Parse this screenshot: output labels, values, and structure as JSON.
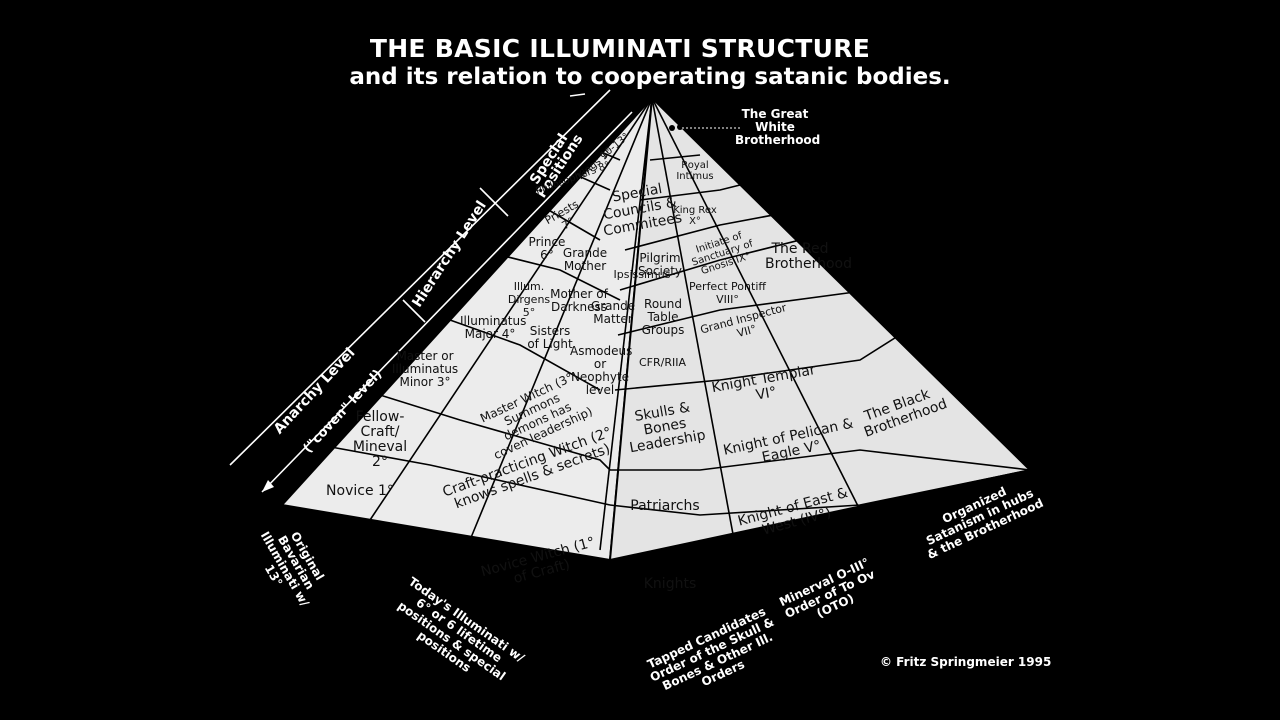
{
  "title": "THE BASIC ILLUMINATI STRUCTURE",
  "subtitle": "and its relation to cooperating satanic bodies.",
  "great_white": "The Great White Brotherhood",
  "levels": {
    "special": "Special Positions",
    "hierarchy": "Hierarchy Level",
    "anarchy": "Anarchy Level",
    "coven": "(\"coven\" level)"
  },
  "cells": {
    "c1": "10-13°",
    "c2": "Kings 9°",
    "c3": "Philosophers 8°",
    "c4": "Priests 7°",
    "c5": "Prince 6°",
    "c6": "Grande Mother",
    "c7": "Illum. Dirgens 5°",
    "c8": "Mother of Darkness",
    "c9": "Ipsissimus",
    "c10": "Grande Matter",
    "c11": "Illuminatus Major 4°",
    "c12": "Sisters of Light",
    "c13": "Asmodeus or Neophyte level",
    "c14": "Master or Illuminatus Minor 3°",
    "c15": "Master Witch (3° Summons demons has coven leadership)",
    "c16": "Fellow-Craft/ Mineval 2°",
    "c17": "Craft-practicing Witch (2° knows spells & secrets)",
    "c18": "Novice 1°",
    "c19": "Novice Witch (1° of Craft)",
    "c20": "Special Councils & Commitees",
    "c21": "Pilgrim Society",
    "c22": "Round Table Groups",
    "c23": "CFR/RIIA",
    "c24": "Skulls & Bones Leadership",
    "c25": "Patriarchs",
    "c26": "Knights",
    "c27": "Royal Intimus",
    "c28": "King Rex X°",
    "c29": "Initiate of Sanctuary of Gnosis IX°",
    "c30": "Perfect Pontiff VIII°",
    "c31": "Grand Inspector VII°",
    "c32": "Knight Templar VI°",
    "c33": "Knight of Pelican & Eagle V°",
    "c34": "Knight of East & West (IV°)",
    "c35": "The Red Brotherhood",
    "c36": "The Black Brotherhood"
  },
  "bottom": {
    "b1": "Original Bavarian Illuminati w/ 13°",
    "b2": "Today's Illuminati w/ 6° or 6 lifetime positions & special positions",
    "b3": "Tapped Candidates Order of the Skull & Bones & Other Ill. Orders",
    "b4": "Minerval O-III° Order of To Ov (OTO)",
    "b5": "Organized Satanism in hubs & the Brotherhood"
  },
  "copyright": "© Fritz Springmeier 1995"
}
